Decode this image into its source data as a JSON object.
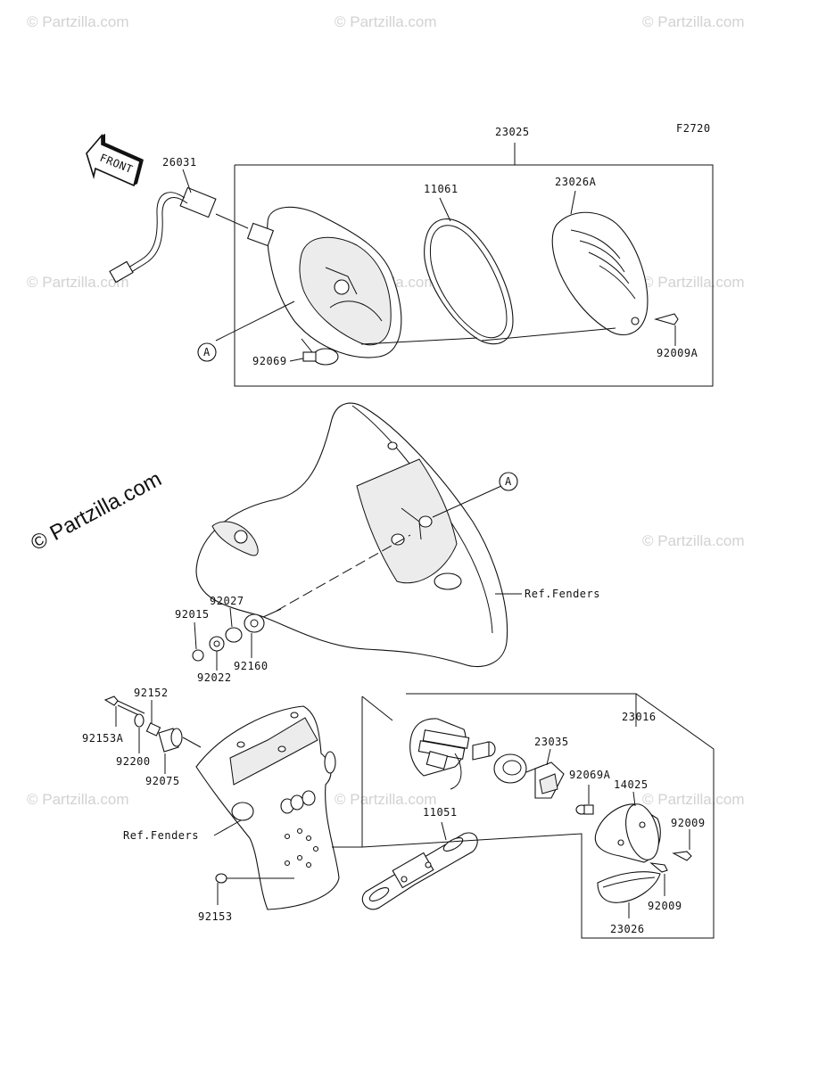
{
  "figure_code": "F2720",
  "watermark": "© Partzilla.com",
  "front_label": "FRONT",
  "reference_marker": "A",
  "parts": {
    "p23025": "23025",
    "p26031": "26031",
    "p11061": "11061",
    "p23026A": "23026A",
    "p92009A": "92009A",
    "p92069": "92069",
    "ref_fenders_1": "Ref.Fenders",
    "p92027": "92027",
    "p92015": "92015",
    "p92160": "92160",
    "p92022": "92022",
    "p92152": "92152",
    "p92153A": "92153A",
    "p92200": "92200",
    "p92075": "92075",
    "p23016": "23016",
    "p23035": "23035",
    "p92069A": "92069A",
    "p14025": "14025",
    "p92009_1": "92009",
    "p92009_2": "92009",
    "p23026": "23026",
    "p11051": "11051",
    "ref_fenders_2": "Ref.Fenders",
    "p92153": "92153"
  }
}
